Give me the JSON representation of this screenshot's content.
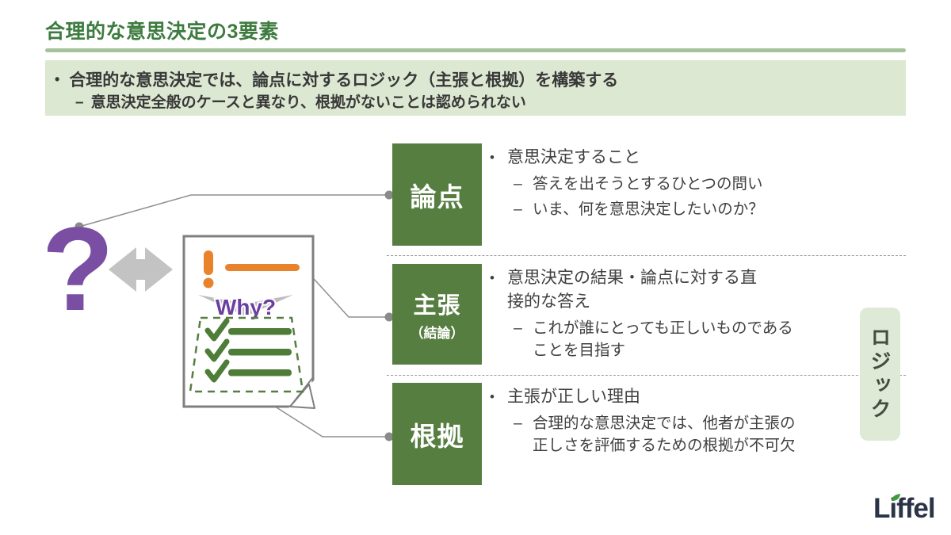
{
  "title": "合理的な意思決定の3要素",
  "summary": {
    "bullet_char": "•",
    "dash_char": "–",
    "line1": "合理的な意思決定では、論点に対するロジック（主張と根拠）を構築する",
    "line2": "意思決定全般のケースと異なり、根拠がないことは認められない"
  },
  "illustration": {
    "question_mark": "?",
    "why_label": "Why?"
  },
  "sections": [
    {
      "label": "論点",
      "sublabel": "",
      "point": "意思決定すること",
      "subs": [
        "答えを出そうとするひとつの問い",
        "いま、何を意思決定したいのか？"
      ]
    },
    {
      "label": "主張",
      "sublabel": "（結論）",
      "point": "意思決定の結果・論点に対する直接的な答え",
      "subs": [
        "これが誰にとっても正しいものであることを目指す"
      ]
    },
    {
      "label": "根拠",
      "sublabel": "",
      "point": "主張が正しい理由",
      "subs": [
        "合理的な意思決定では、他者が主張の正しさを評価するための根拠が不可欠"
      ]
    }
  ],
  "logic_label": "ロジック",
  "logo_text": "Liffel",
  "colors": {
    "title_green": "#3d7b3f",
    "rule_green": "#a6c29c",
    "summary_bg": "#dce8d2",
    "box_green": "#567e41",
    "logic_bg": "#dfead6",
    "orange": "#e8832c",
    "purple": "#7a4fa3",
    "why_purple": "#6b3fa0",
    "text_dark": "#404040",
    "connector_gray": "#8a8a8a",
    "arrow_gray": "#c3c3c3",
    "doc_border_gray": "#7f7f7f",
    "logo_navy": "#2b3447",
    "leaf_green": "#3f9b3c"
  }
}
